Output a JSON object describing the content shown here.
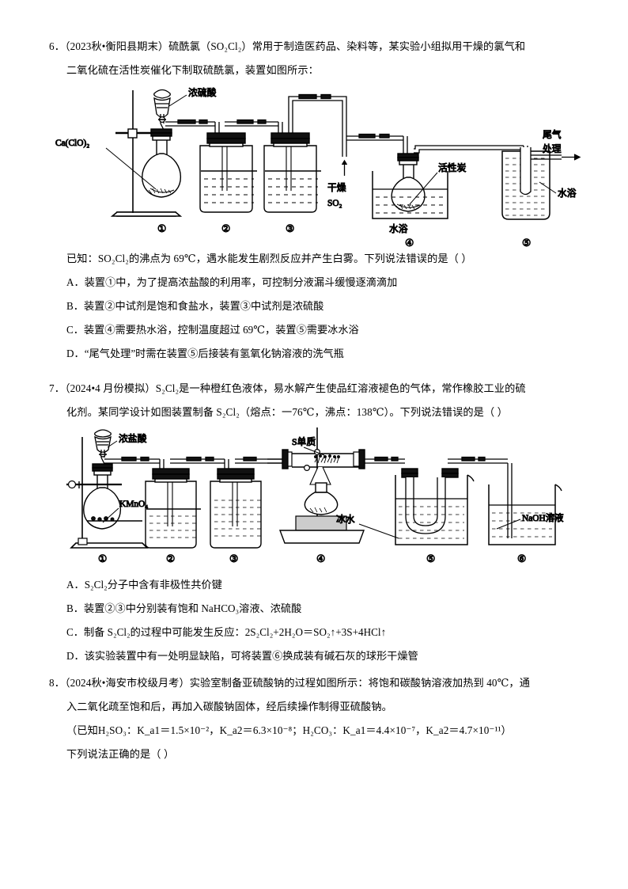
{
  "questions": [
    {
      "number": "6",
      "lines": [
        "6．（2023秋•衡阳县期末）硫酰氯（SO₂Cl₂）常用于制造医药品、染料等，某实验小组拟用干燥的氯气和",
        "二氧化硫在活性炭催化下制取硫酰氯，装置如图所示："
      ],
      "known": "已知：SO₂Cl₂的沸点为 69℃，遇水能发生剧烈反应并产生白雾。下列说法错误的是（      ）",
      "options": [
        "A．装置①中，为了提高浓盐酸的利用率，可控制分液漏斗缓慢逐滴滴加",
        "B．装置②中试剂是饱和食盐水，装置③中试剂是浓硫酸",
        "C．装置④需要热水浴，控制温度超过 69℃，装置⑤需要冰水浴",
        "D．“尾气处理”时需在装置⑤后接装有氢氧化钠溶液的洗气瓶"
      ],
      "figure_labels": {
        "reagent_funnel": "浓硫酸",
        "solid_reagent": "Ca(ClO)₂",
        "dry_gas_in": "干燥",
        "dry_gas_in2": "SO₂",
        "catalyst": "活性炭",
        "water_bath_4": "水浴",
        "water_bath_5": "水浴",
        "exhaust1": "尾气",
        "exhaust2": "处理",
        "numbers": [
          "①",
          "②",
          "③",
          "④",
          "⑤"
        ]
      }
    },
    {
      "number": "7",
      "lines": [
        "7．（2024•4 月份模拟）S₂Cl₂是一种橙红色液体，易水解产生使品红溶液褪色的气体，常作橡胶工业的硫",
        "化剂。某同学设计如图装置制备 S₂Cl₂（熔点：一76℃，沸点：138℃）。下列说法错误的是（      ）"
      ],
      "options": [
        "A．S₂Cl₂分子中含有非极性共价键",
        "B．装置②③中分别装有饱和 NaHCO₃溶液、浓硫酸",
        "C．制备 S₂Cl₂的过程中可能发生反应：2S₂Cl₂+2H₂O＝SO₂↑+3S+4HCl↑",
        "D．该实验装置中有一处明显缺陷，可将装置⑥换成装有碱石灰的球形干燥管"
      ],
      "figure_labels": {
        "reagent_funnel": "浓盐酸",
        "solid_reagent": "KMnO₄",
        "sulfur": "S单质",
        "ice_water": "冰水",
        "naoh": "NaOH溶液",
        "numbers": [
          "①",
          "②",
          "③",
          "④",
          "⑤",
          "⑥"
        ]
      }
    },
    {
      "number": "8",
      "lines": [
        "8．（2024秋•海安市校级月考）实验室制备亚硫酸钠的过程如图所示：将饱和碳酸钠溶液加热到 40℃，通",
        "入二氧化疏至饱和后，再加入碳酸钠固体，经后续操作制得亚硫酸钠。"
      ],
      "known": "（已知H₂SO₃：K_a1＝1.5×10⁻²，K_a2＝6.3×10⁻⁸；H₂CO₃：K_a1＝4.4×10⁻⁷，K_a2＝4.7×10⁻¹¹）",
      "prompt": "下列说法正确的是（      ）"
    }
  ]
}
